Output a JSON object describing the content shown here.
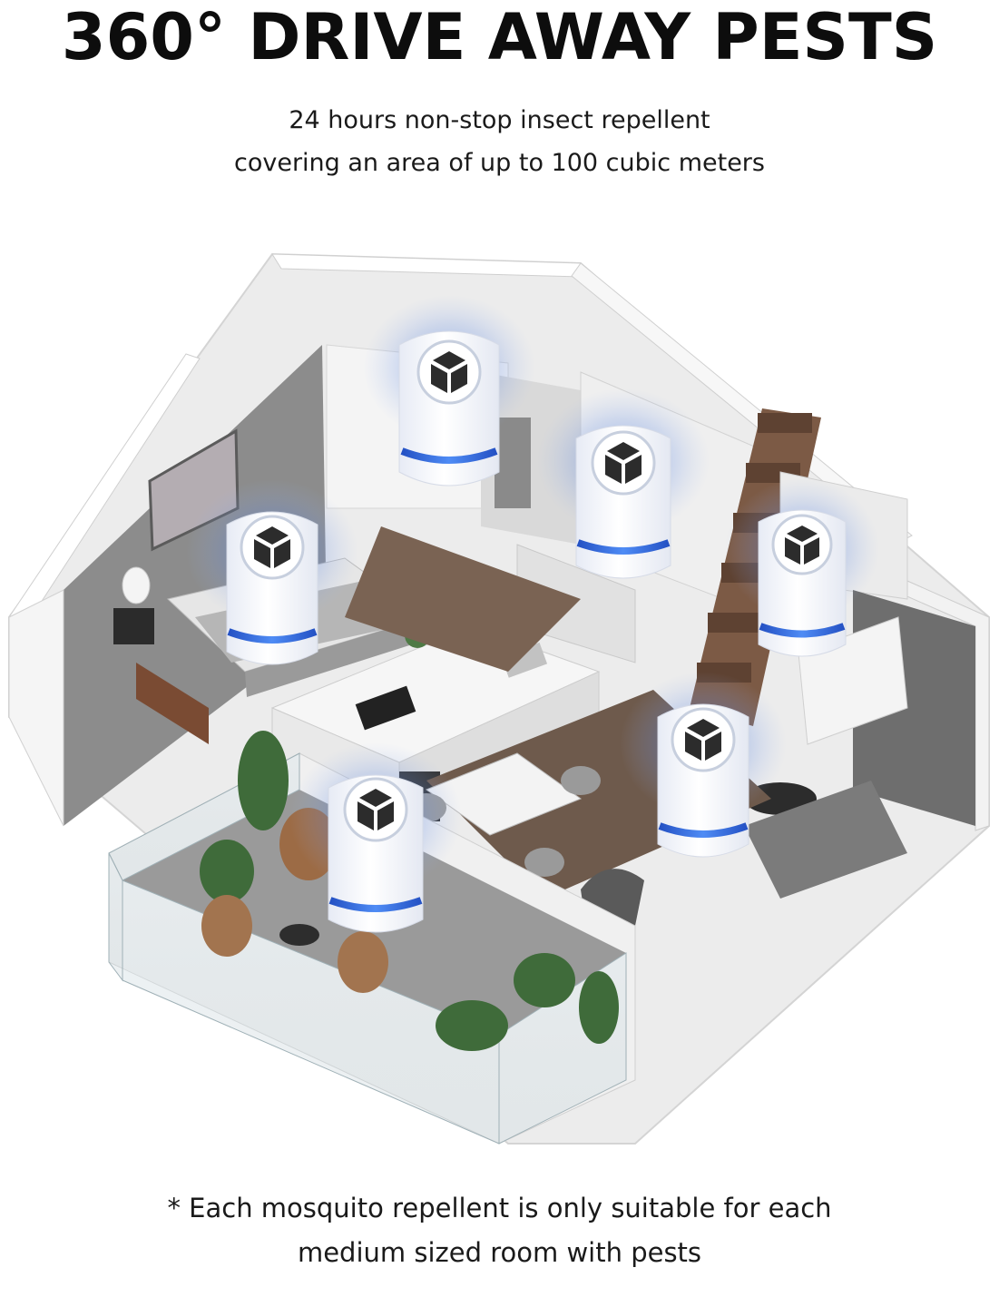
{
  "headline": "360° DRIVE AWAY PESTS",
  "subtitle_lines": [
    "24 hours non-stop insect repellent",
    "covering an area of up to 100 cubic meters"
  ],
  "footnote_lines": [
    "* Each mosquito repellent is only suitable for each",
    "medium sized room with pests"
  ],
  "colors": {
    "text": "#111111",
    "device_glow": "#3a6fd8",
    "device_body": "#f4f6fb",
    "wall": "#f2f2f2",
    "floor": "#6e5a4c",
    "accent_wall": "#8f8f8f"
  },
  "icons": {
    "device": "ultrasonic-repeller-device-icon",
    "vent": "vent-grille-icon"
  }
}
